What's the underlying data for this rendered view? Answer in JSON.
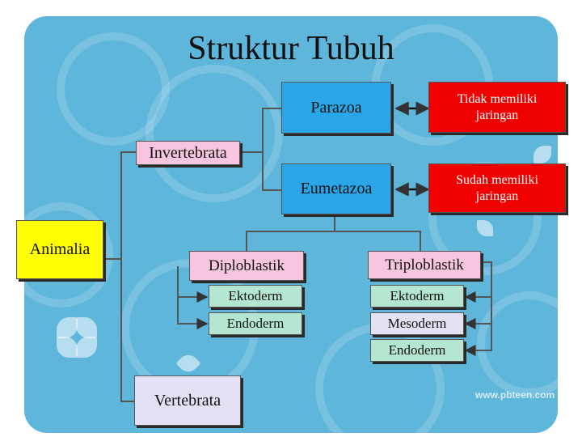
{
  "title": "Struktur Tubuh",
  "colors": {
    "background_panel": "#5fb6db",
    "blue_box": "#2aa6e8",
    "red_box": "#f10000",
    "pink_box": "#f7c6de",
    "yellow_box": "#ffff00",
    "mint_box": "#b4e6d2",
    "lavender_box": "#e4e1f5",
    "connector": "#555555"
  },
  "nodes": {
    "parazoa": "Parazoa",
    "eumetazoa": "Eumetazoa",
    "tidak_memiliki": "Tidak memiliki jaringan",
    "sudah_memiliki": "Sudah memiliki jaringan",
    "invertebrata": "Invertebrata",
    "animalia": "Animalia",
    "diploblastik": "Diploblastik",
    "triploblastik": "Triploblastik",
    "diplo_ektoderm": "Ektoderm",
    "diplo_endoderm": "Endoderm",
    "triplo_ektoderm": "Ektoderm",
    "triplo_mesoderm": "Mesoderm",
    "triplo_endoderm": "Endoderm",
    "vertebrata": "Vertebrata"
  },
  "watermark": "www.pbteen.com"
}
